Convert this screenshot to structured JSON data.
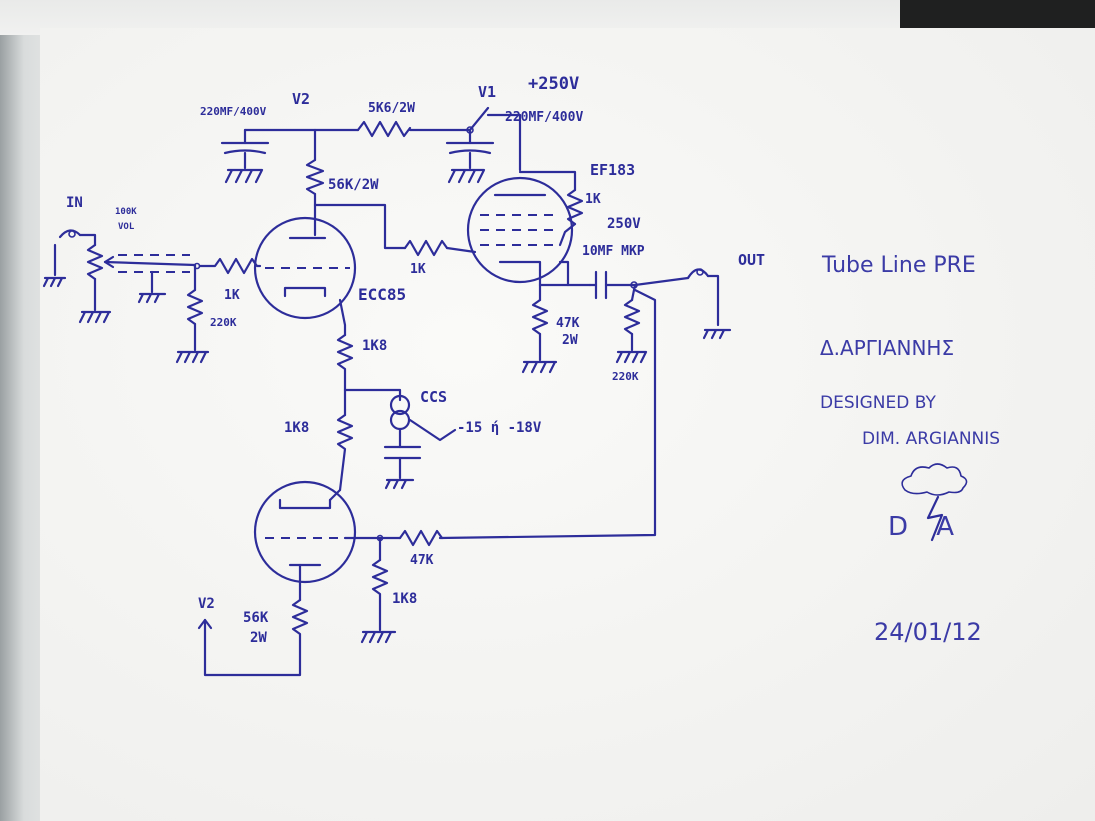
{
  "diagram": {
    "colors": {
      "ink": "#2d2d9a",
      "paper": "#f4f4f2"
    },
    "labels": {
      "cap_v2": "220MF/400V",
      "v2_top": "V2",
      "r_5k6": "5K6/2W",
      "v1": "V1",
      "b_plus": "+250V",
      "cap_v1": "220MF/400V",
      "r_56k_top": "56K/2W",
      "ef183": "EF183",
      "r_1k_ef": "1K",
      "v_250": "250V",
      "cap_out": "10MF MKP",
      "out": "OUT",
      "in": "IN",
      "vol": "100K\nVOL",
      "r_1k_grid": "1K",
      "r_220k_in": "220K",
      "r_1k_mid": "1K",
      "ecc85": "ECC85",
      "r_47k_cath": "47K\n2W",
      "r_220k_out": "220K",
      "r_1k8_top": "1K8",
      "ccs": "CCS",
      "bias": "-15 ή -18V",
      "r_1k8_left": "1K8",
      "r_47k_fb": "47K",
      "r_1k8_bottom": "1K8",
      "v2_bottom": "V2",
      "r_56k_bottom": "56K\n2W"
    },
    "notes": {
      "title": "Tube Line PRE",
      "author_greek": "Δ.ΑΡΓΙΑΝΝΗΣ",
      "designed_by": "DESIGNED BY",
      "author": "DIM. ARGIANNIS",
      "logo": "D A",
      "date": "24/01/12"
    }
  }
}
